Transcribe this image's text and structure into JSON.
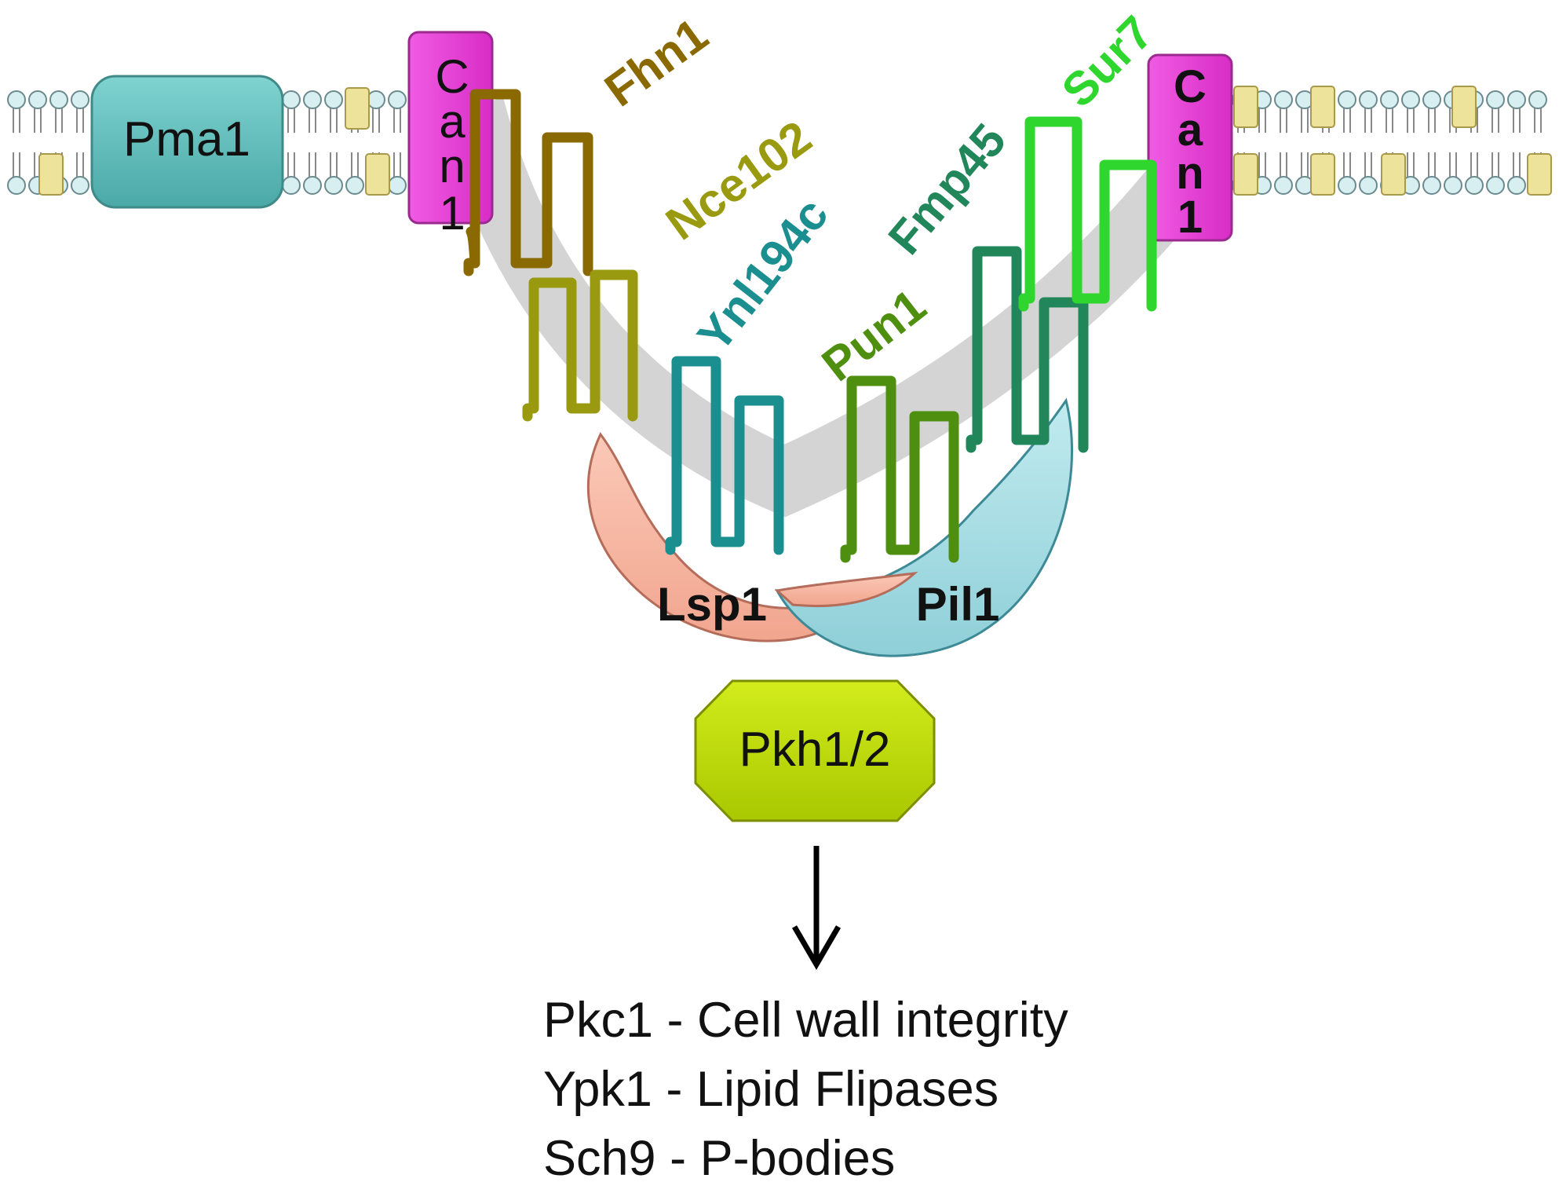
{
  "membrane_proteins": {
    "pma1": "Pma1",
    "can1_left": [
      "C",
      "a",
      "n",
      "1"
    ],
    "can1_right": [
      "C",
      "a",
      "n",
      "1"
    ]
  },
  "tetraspanners": {
    "fhn1": "Fhn1",
    "nce102": "Nce102",
    "ynl194c": "Ynl194c",
    "pun1": "Pun1",
    "fmp45": "Fmp45",
    "sur7": "Sur7"
  },
  "eisosome": {
    "lsp1": "Lsp1",
    "pil1": "Pil1"
  },
  "kinase": {
    "pkh": "Pkh1/2"
  },
  "outputs": [
    "Pkc1 - Cell wall integrity",
    "Ypk1 - Lipid Flipases",
    "Sch9 - P-bodies"
  ],
  "colors": {
    "fhn1": "#8a6a00",
    "nce102": "#9a9a10",
    "ynl194c": "#1b8f8f",
    "pun1": "#4e8f10",
    "fmp45": "#21875a",
    "sur7": "#2ed62e",
    "pma1": "#5dbdbb",
    "can1": "#e838d8",
    "lsp1": "#f6b3a0",
    "pil1": "#a6dde3",
    "pkh": "#bddc05",
    "membrane_channel": "#d2d2d2",
    "lipid_head": "#d8eff2",
    "lipid_raft": "#eee39a"
  }
}
